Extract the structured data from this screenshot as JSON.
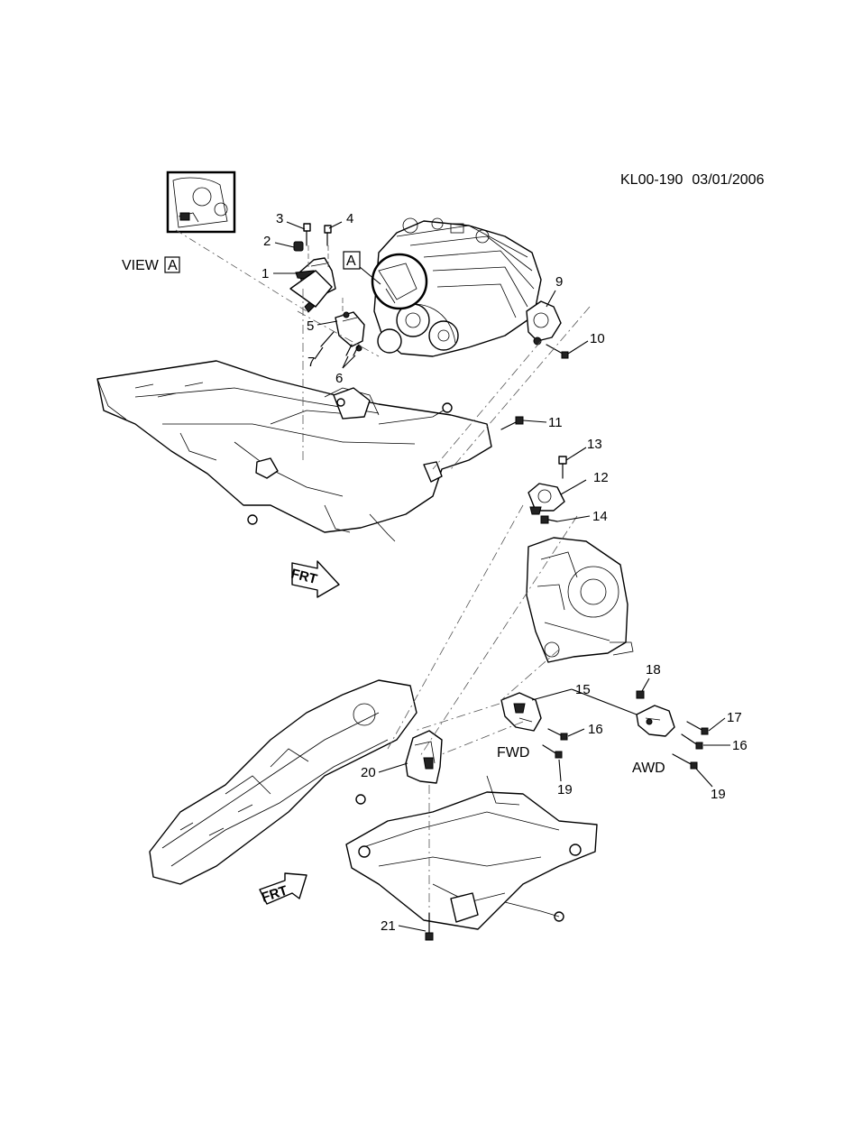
{
  "header": {
    "code": "KL00-190",
    "date": "03/01/2006"
  },
  "view": {
    "label": "VIEW",
    "letter": "A",
    "marker_letter": "A"
  },
  "callouts": {
    "c1": "1",
    "c2": "2",
    "c3": "3",
    "c4": "4",
    "c5": "5",
    "c6": "6",
    "c7": "7",
    "c9": "9",
    "c10": "10",
    "c11": "11",
    "c12": "12",
    "c13": "13",
    "c14": "14",
    "c15": "15",
    "c16a": "16",
    "c16b": "16",
    "c17": "17",
    "c18": "18",
    "c19a": "19",
    "c19b": "19",
    "c20": "20",
    "c21": "21"
  },
  "variants": {
    "fwd": "FWD",
    "awd": "AWD"
  },
  "direction": {
    "upper": "FRT",
    "lower": "FRT"
  }
}
